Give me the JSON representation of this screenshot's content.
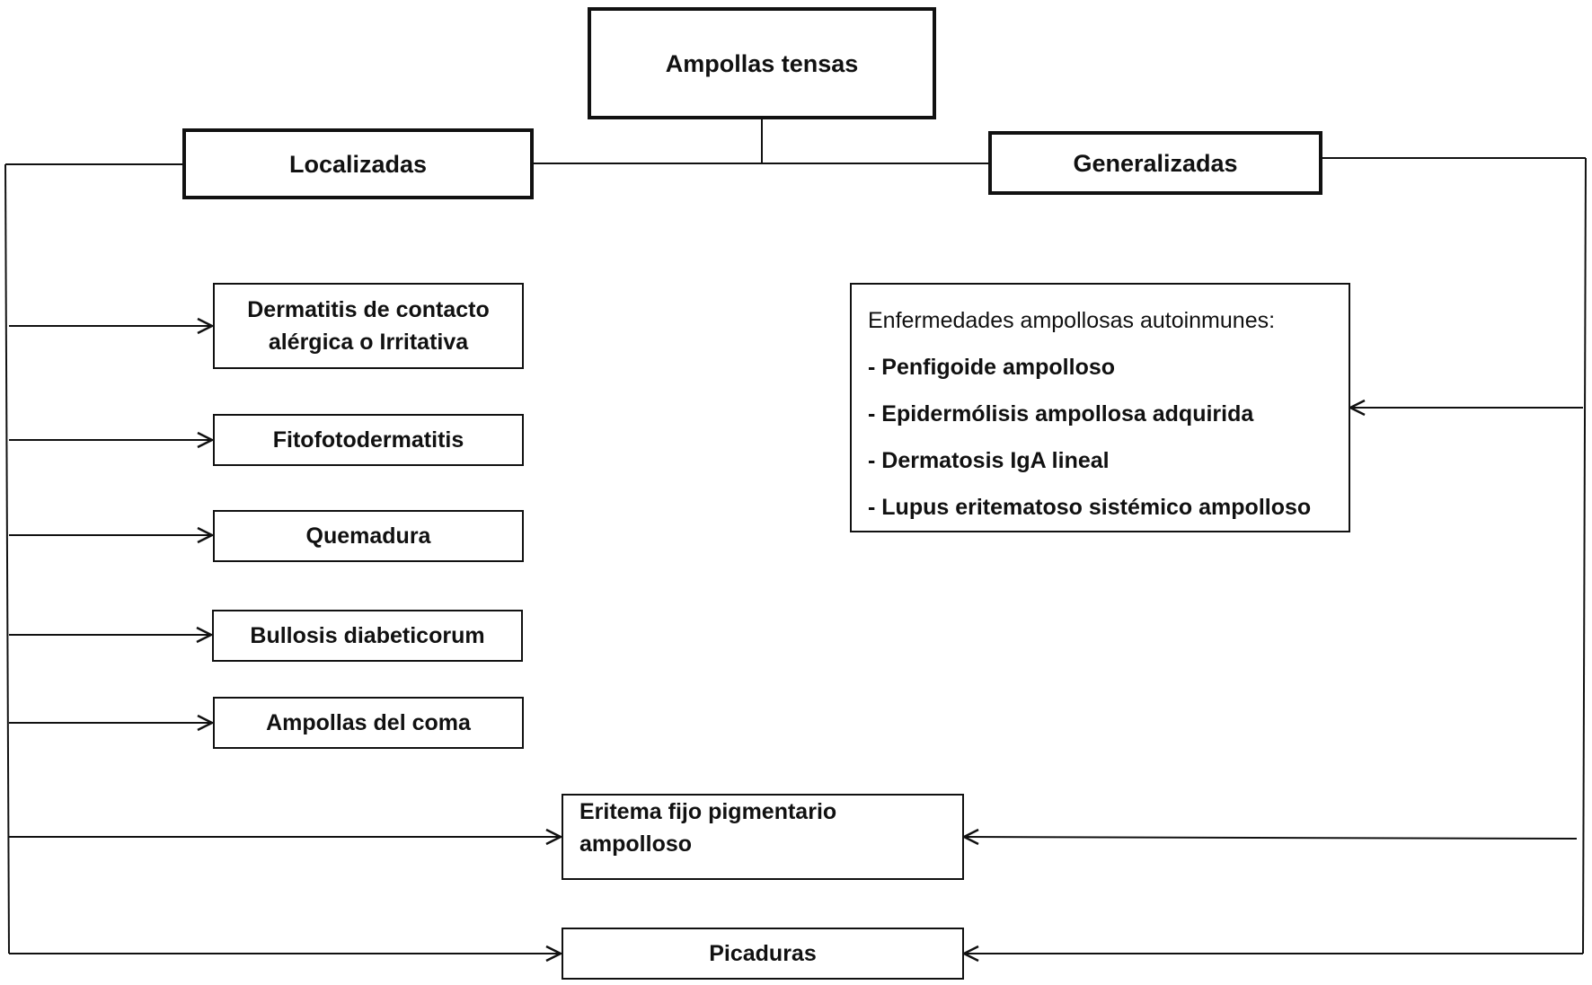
{
  "root": {
    "label": "Ampollas tensas"
  },
  "branches": {
    "localized": {
      "label": "Localizadas"
    },
    "generalized": {
      "label": "Generalizadas"
    }
  },
  "localized_items": [
    {
      "line1": "Dermatitis de contacto",
      "line2": "alérgica o Irritativa"
    },
    {
      "label": "Fitofotodermatitis"
    },
    {
      "label": "Quemadura"
    },
    {
      "label": "Bullosis diabeticorum"
    },
    {
      "label": "Ampollas del coma"
    }
  ],
  "autoimmune": {
    "heading": "Enfermedades ampollosas autoinmunes:",
    "items": [
      "- Penfigoide ampolloso",
      "- Epidermólisis ampollosa adquirida",
      "- Dermatosis IgA lineal",
      "- Lupus eritematoso sistémico ampolloso"
    ]
  },
  "shared_items": [
    {
      "line1": "Eritema fijo pigmentario",
      "line2": "ampolloso"
    },
    {
      "label": "Picaduras"
    }
  ],
  "colors": {
    "line": "#111111",
    "background": "#ffffff"
  }
}
